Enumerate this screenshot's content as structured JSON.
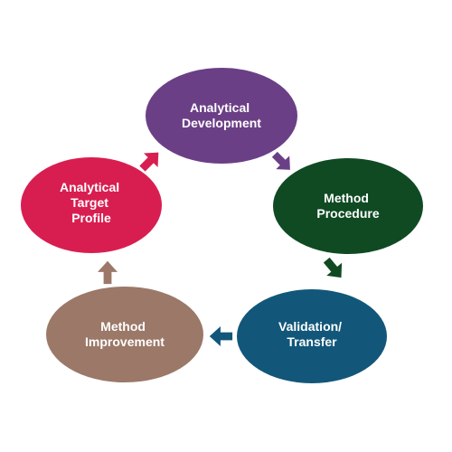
{
  "nodes": [
    {
      "id": "analytical-development",
      "lines": [
        "Analytical",
        "Development"
      ],
      "color": "#6b3f86"
    },
    {
      "id": "method-procedure",
      "lines": [
        "Method",
        "Procedure"
      ],
      "color": "#0f4a23"
    },
    {
      "id": "validation-transfer",
      "lines": [
        "Validation/",
        "Transfer"
      ],
      "color": "#12577a"
    },
    {
      "id": "method-improvement",
      "lines": [
        "Method",
        "Improvement"
      ],
      "color": "#9b7868"
    },
    {
      "id": "analytical-target-profile",
      "lines": [
        "Analytical",
        "Target",
        "Profile"
      ],
      "color": "#d81e50"
    }
  ],
  "edges": [
    {
      "from": "analytical-development",
      "to": "method-procedure",
      "color": "#6b3f86",
      "icon": "arrow-down-right-icon"
    },
    {
      "from": "method-procedure",
      "to": "validation-transfer",
      "color": "#0f4a23",
      "icon": "arrow-down-right-icon"
    },
    {
      "from": "validation-transfer",
      "to": "method-improvement",
      "color": "#12577a",
      "icon": "arrow-left-icon"
    },
    {
      "from": "method-improvement",
      "to": "analytical-target-profile",
      "color": "#9b7868",
      "icon": "arrow-up-icon"
    },
    {
      "from": "analytical-target-profile",
      "to": "analytical-development",
      "color": "#d81e50",
      "icon": "arrow-up-right-icon"
    }
  ]
}
